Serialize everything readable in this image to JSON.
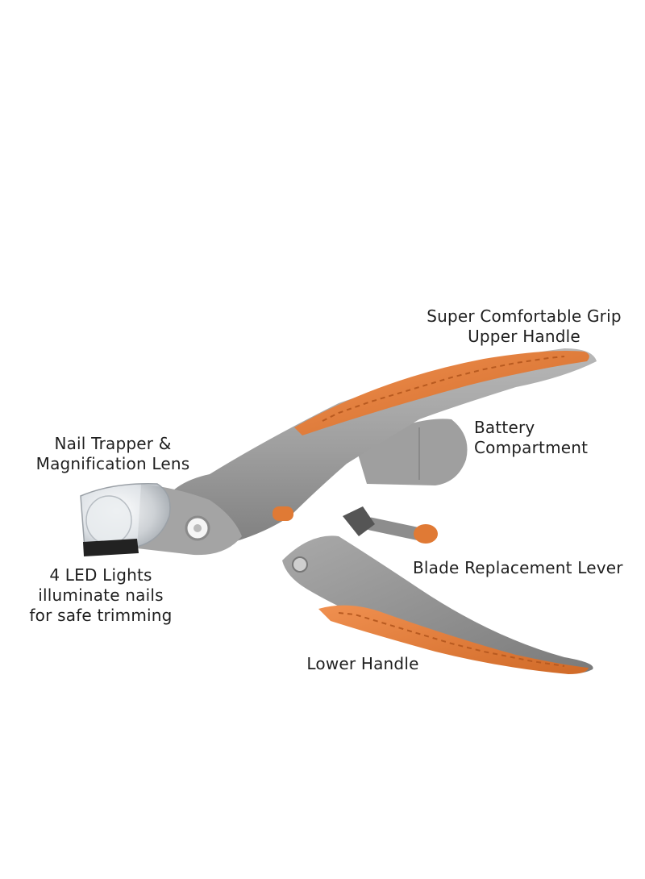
{
  "labels": {
    "upper_handle": "Super Comfortable Grip\nUpper Handle",
    "battery": "Battery\nCompartment",
    "nail_trapper": "Nail Trapper &\nMagnification Lens",
    "led_lights": "4 LED Lights\nilluminate nails\nfor safe trimming",
    "blade_lever": "Blade Replacement Lever",
    "lower_handle": "Lower Handle"
  },
  "colors": {
    "body_grey": "#9b9b9b",
    "grip_orange": "#e07a35",
    "background": "#ffffff"
  },
  "icons": {
    "product": "nail-clipper-illustration"
  }
}
